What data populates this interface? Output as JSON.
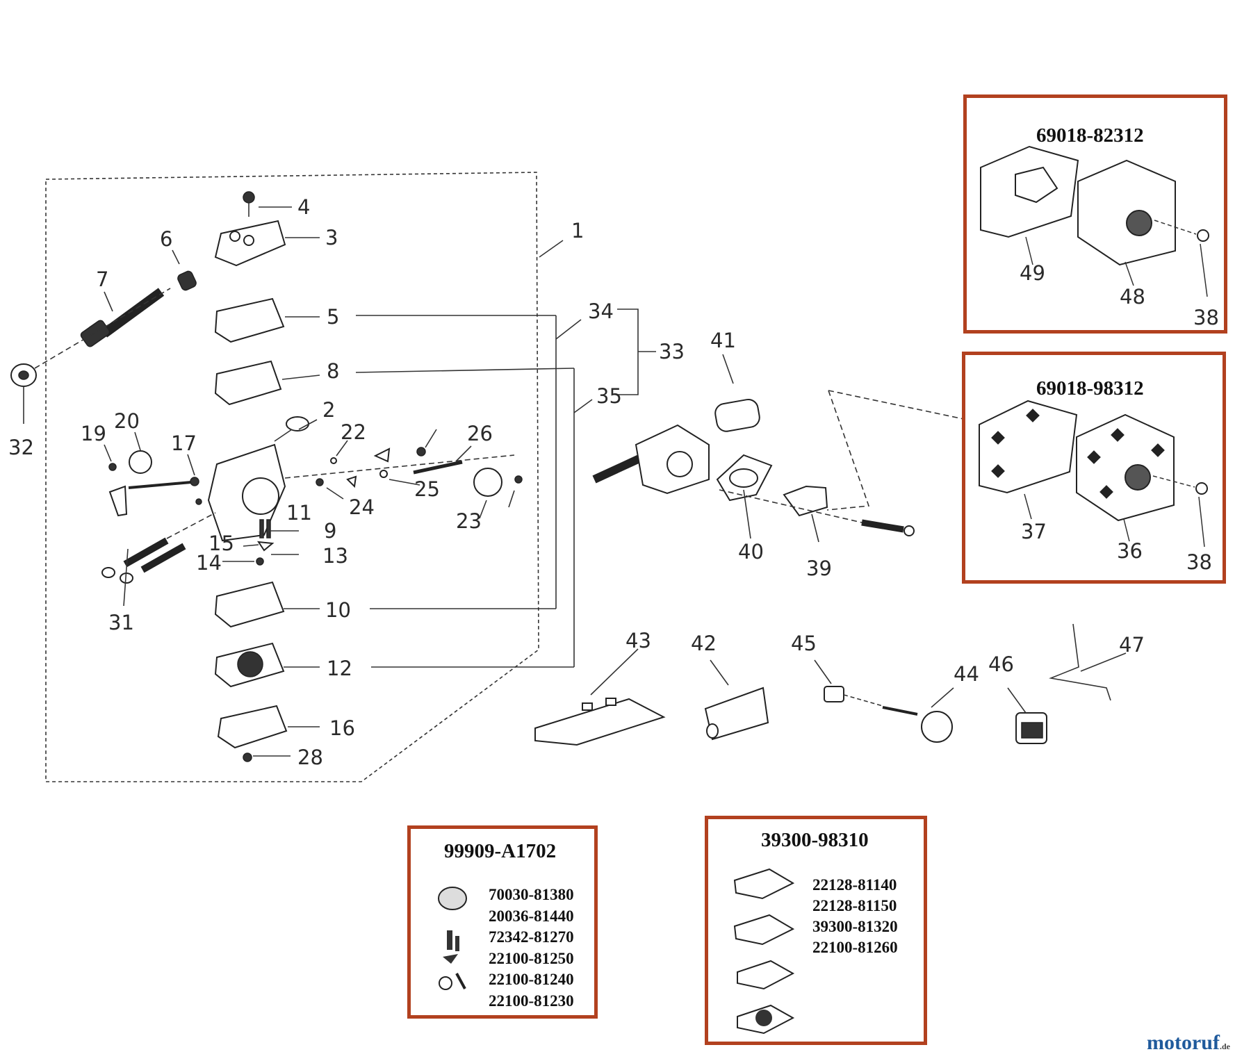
{
  "callouts": [
    "1",
    "2",
    "3",
    "4",
    "5",
    "6",
    "7",
    "8",
    "9",
    "10",
    "11",
    "12",
    "13",
    "14",
    "15",
    "16",
    "17",
    "19",
    "20",
    "22",
    "23",
    "24",
    "25",
    "26",
    "28",
    "31",
    "32",
    "33",
    "34",
    "35",
    "39",
    "40",
    "41",
    "42",
    "43",
    "44",
    "45",
    "46",
    "47"
  ],
  "kits": {
    "cover_a": {
      "code": "69018-82312",
      "labels": [
        "49",
        "48",
        "38"
      ]
    },
    "cover_b": {
      "code": "69018-98312",
      "labels": [
        "37",
        "36",
        "38"
      ]
    },
    "repair_small": {
      "code": "99909-A1702",
      "parts": [
        "70030-81380",
        "20036-81440",
        "72342-81270",
        "22100-81250",
        "22100-81240",
        "22100-81230"
      ]
    },
    "repair_gasket": {
      "code": "39300-98310",
      "parts": [
        "22128-81140",
        "22128-81150",
        "39300-81320",
        "22100-81260"
      ]
    }
  },
  "logo": {
    "text": "motoruf",
    "suffix": ".de"
  }
}
